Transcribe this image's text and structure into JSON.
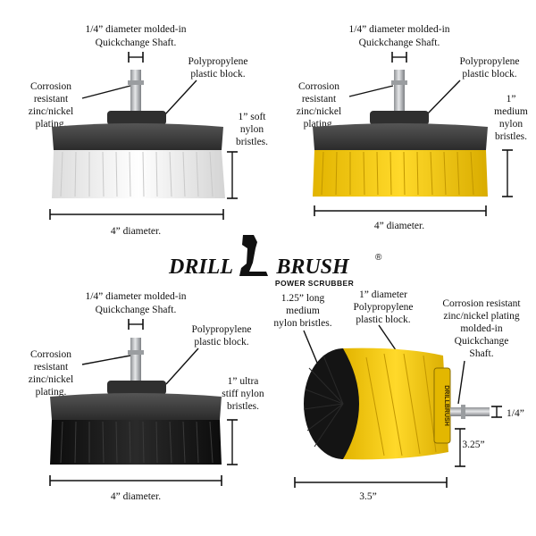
{
  "colors": {
    "housing": "#3a3a3a",
    "housing_top": "#4a4a4a",
    "shaft": "#c7c9cc",
    "bristle_white": "#f4f4f4",
    "bristle_yellow": "#f4cf1c",
    "bristle_black": "#1a1a1a",
    "line": "#111111"
  },
  "logo": {
    "word1": "DRILL",
    "word2": "BRUSH",
    "mark": "®",
    "tagline": "POWER SCRUBBER",
    "icon": "drill-silhouette-icon"
  },
  "panels": {
    "soft_white": {
      "shaft_label": [
        "1/4” diameter molded-in",
        "Quickchange Shaft."
      ],
      "block_label": [
        "Polypropylene",
        "plastic block."
      ],
      "plating_label": [
        "Corrosion",
        "resistant",
        "zinc/nickel",
        "plating."
      ],
      "bristle_label": [
        "1” soft",
        "nylon",
        "bristles."
      ],
      "diameter_label": "4” diameter."
    },
    "medium_yellow": {
      "shaft_label": [
        "1/4” diameter molded-in",
        "Quickchange Shaft."
      ],
      "block_label": [
        "Polypropylene",
        "plastic block."
      ],
      "plating_label": [
        "Corrosion",
        "resistant",
        "zinc/nickel",
        "plating."
      ],
      "bristle_label": [
        "1”",
        "medium",
        "nylon",
        "bristles."
      ],
      "diameter_label": "4” diameter."
    },
    "ultra_black": {
      "shaft_label": [
        "1/4” diameter molded-in",
        "Quickchange Shaft."
      ],
      "block_label": [
        "Polypropylene",
        "plastic block."
      ],
      "plating_label": [
        "Corrosion",
        "resistant",
        "zinc/nickel",
        "plating."
      ],
      "bristle_label": [
        "1” ultra",
        "stiff nylon",
        "bristles."
      ],
      "diameter_label": "4” diameter."
    },
    "cylinder": {
      "bristle_label": [
        "1.25” long",
        "medium",
        "nylon bristles."
      ],
      "block_label": [
        "1” diameter",
        "Polypropylene",
        "plastic block."
      ],
      "shaft_label": [
        "Corrosion resistant",
        "zinc/nickel plating",
        "molded-in",
        "Quickchange",
        "Shaft."
      ],
      "shaft_width_label": "1/4”",
      "height_label": "3.25”",
      "width_label": "3.5”",
      "block_text": "DRILLBRUSH"
    }
  }
}
